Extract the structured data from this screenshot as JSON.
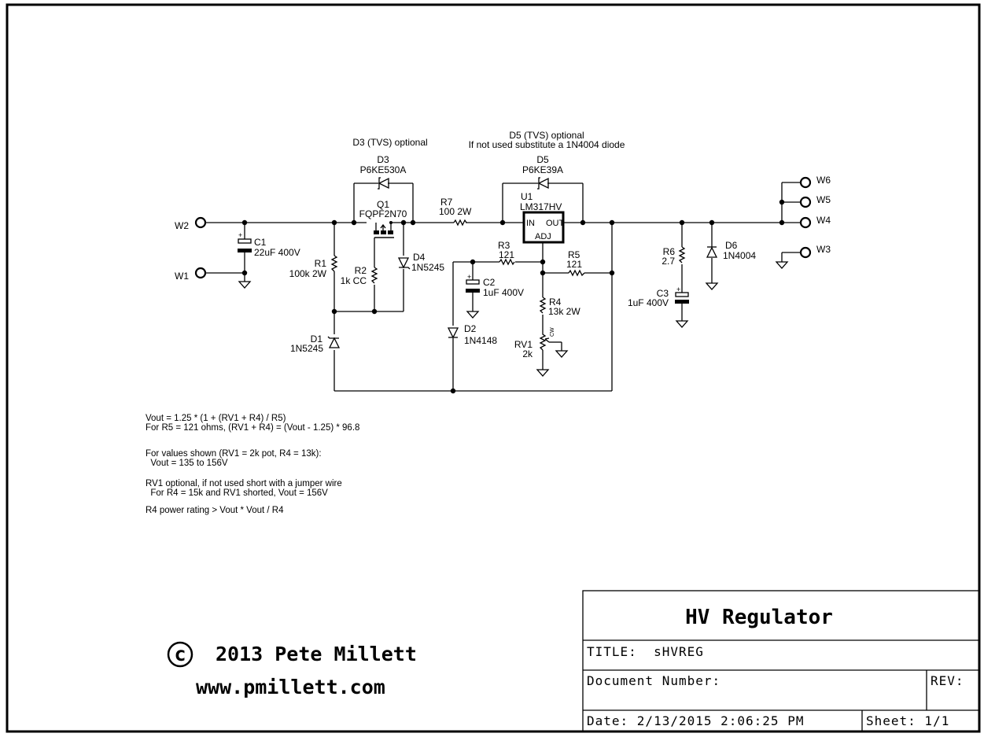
{
  "schematic": {
    "annotations": {
      "d3_note": "D3 (TVS) optional",
      "d5_note_line1": "D5 (TVS) optional",
      "d5_note_line2": "If not used substitute a 1N4004 diode"
    },
    "components": {
      "C1": {
        "ref": "C1",
        "value": "22uF 400V"
      },
      "R1": {
        "ref": "R1",
        "value": "100k 2W"
      },
      "R2": {
        "ref": "R2",
        "value": "1k CC"
      },
      "Q1": {
        "ref": "Q1",
        "value": "FQPF2N70"
      },
      "D3": {
        "ref": "D3",
        "value": "P6KE530A"
      },
      "D4": {
        "ref": "D4",
        "value": "1N5245"
      },
      "D1": {
        "ref": "D1",
        "value": "1N5245"
      },
      "R7": {
        "ref": "R7",
        "value": "100 2W"
      },
      "D5": {
        "ref": "D5",
        "value": "P6KE39A"
      },
      "U1": {
        "ref": "U1",
        "value": "LM317HV",
        "pin_in": "IN",
        "pin_out": "OUT",
        "pin_adj": "ADJ"
      },
      "R3": {
        "ref": "R3",
        "value": "121"
      },
      "R5": {
        "ref": "R5",
        "value": "121"
      },
      "C2": {
        "ref": "C2",
        "value": "1uF 400V"
      },
      "D2": {
        "ref": "D2",
        "value": "1N4148"
      },
      "R4": {
        "ref": "R4",
        "value": "13k 2W"
      },
      "RV1": {
        "ref": "RV1",
        "value": "2k",
        "cw": "CW"
      },
      "R6": {
        "ref": "R6",
        "value": "2.7"
      },
      "C3": {
        "ref": "C3",
        "value": "1uF 400V"
      },
      "D6": {
        "ref": "D6",
        "value": "1N4004"
      }
    },
    "terminals": {
      "W1": "W1",
      "W2": "W2",
      "W3": "W3",
      "W4": "W4",
      "W5": "W5",
      "W6": "W6"
    },
    "plus_sign": "+"
  },
  "notes": [
    "Vout = 1.25 * (1 + (RV1 + R4) / R5)",
    "For R5 = 121 ohms, (RV1 + R4) = (Vout - 1.25) * 96.8",
    "For values shown (RV1 = 2k pot, R4 = 13k):",
    "  Vout = 135 to 156V",
    "RV1 optional, if not used short with a jumper wire",
    "  For R4 = 15k and RV1 shorted, Vout = 156V",
    "R4 power rating > Vout * Vout / R4"
  ],
  "copyright": {
    "symbol": "c",
    "line1": "2013 Pete Millett",
    "line2": "www.pmillett.com"
  },
  "title_block": {
    "title": "HV Regulator",
    "title_field": "TITLE:  sHVREG",
    "document_number_label": "Document Number:",
    "rev_label": "REV:",
    "date": "Date: 2/13/2015 2:06:25 PM",
    "sheet": "Sheet: 1/1"
  }
}
